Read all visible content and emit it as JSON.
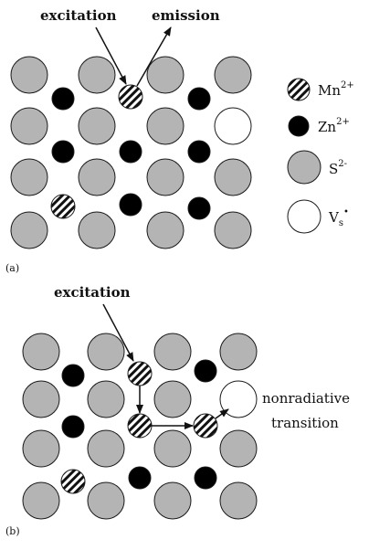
{
  "panel_a": {
    "tag": "(a)",
    "excitation_label": "excitation",
    "emission_label": "emission"
  },
  "panel_b": {
    "tag": "(b)",
    "excitation_label": "excitation",
    "nonradiative_line1": "nonradiative",
    "nonradiative_line2": "transition"
  },
  "legend": {
    "mn": {
      "base": "Mn",
      "sup": "2+"
    },
    "zn": {
      "base": "Zn",
      "sup": "2+"
    },
    "s": {
      "base": "S",
      "sup": "2-"
    },
    "vs": {
      "base": "V",
      "sub": "s",
      "sup": "•"
    }
  },
  "colors": {
    "sulfur": "#b4b4b4",
    "zinc": "#000000",
    "vacancy": "#ffffff",
    "stroke": "#1a1a1a"
  }
}
